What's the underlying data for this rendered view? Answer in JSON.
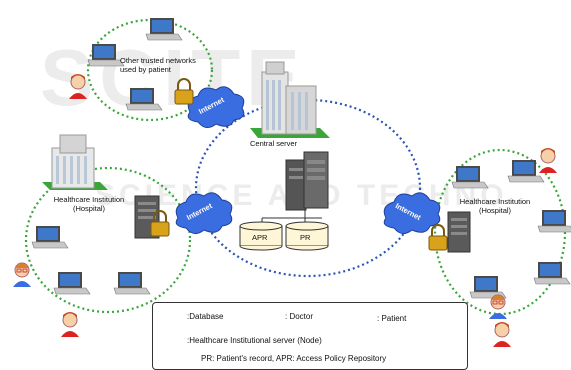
{
  "watermark": "SCITEPRESS SCIENCE AND TECHNOLOGY PUBLICATIONS",
  "labels": {
    "other_networks": "Other trusted networks used by patient",
    "central_server": "Central server",
    "hospital_left": "Healthcare Institution (Hospital)",
    "hospital_right": "Healthcare Institution (Hospital)",
    "internet": "Internet",
    "apr": "APR",
    "pr": "PR"
  },
  "legend": {
    "database": ":Database",
    "doctor": ": Doctor",
    "patient": ": Patient",
    "node": ":Healthcare Institutional server (Node)",
    "abbrev": "PR: Patient's record, APR: Access Policy Repository"
  },
  "colors": {
    "green_network": "#3aa63a",
    "blue_network": "#2b55b5",
    "cloud": "#3a6ee0",
    "lock": "#d9a21b"
  }
}
